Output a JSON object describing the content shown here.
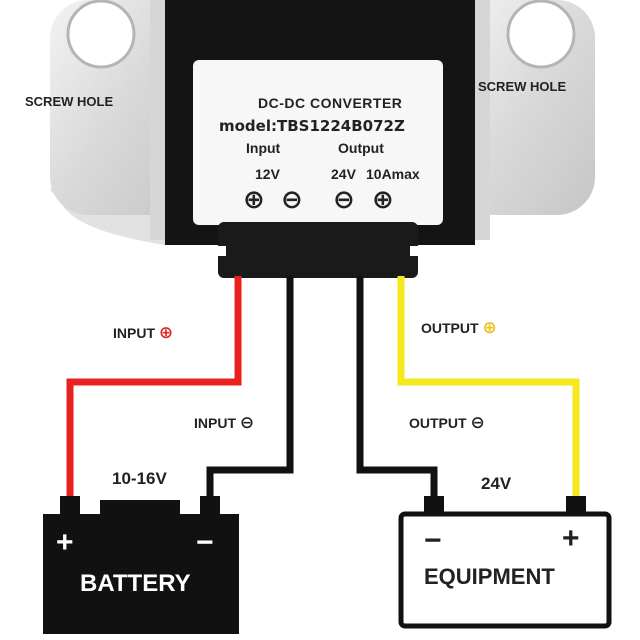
{
  "converter": {
    "title": "DC-DC CONVERTER",
    "model": "model:TBS1224B072Z",
    "input_label": "Input",
    "output_label": "Output",
    "input_voltage": "12V",
    "output_voltage": "24V",
    "output_current": "10Amax",
    "terminals": [
      "⊕",
      "⊖",
      "⊖",
      "⊕"
    ]
  },
  "screw_hole_left": "SCREW HOLE",
  "screw_hole_right": "SCREW HOLE",
  "wires": {
    "input_pos_text": "INPUT",
    "input_pos_symbol": "⊕",
    "input_neg_text": "INPUT",
    "input_neg_symbol": "⊖",
    "output_pos_text": "OUTPUT",
    "output_pos_symbol": "⊕",
    "output_neg_text": "OUTPUT",
    "output_neg_symbol": "⊖"
  },
  "battery": {
    "voltage": "10-16V",
    "label": "BATTERY",
    "plus": "+",
    "minus": "−"
  },
  "equipment": {
    "voltage": "24V",
    "label": "EQUIPMENT",
    "plus": "+",
    "minus": "−"
  },
  "colors": {
    "red_wire": "#e8201e",
    "black_wire": "#111111",
    "yellow_wire": "#f5e81c",
    "plus_red": "#e0282a",
    "plus_yellow": "#e8c31a"
  }
}
